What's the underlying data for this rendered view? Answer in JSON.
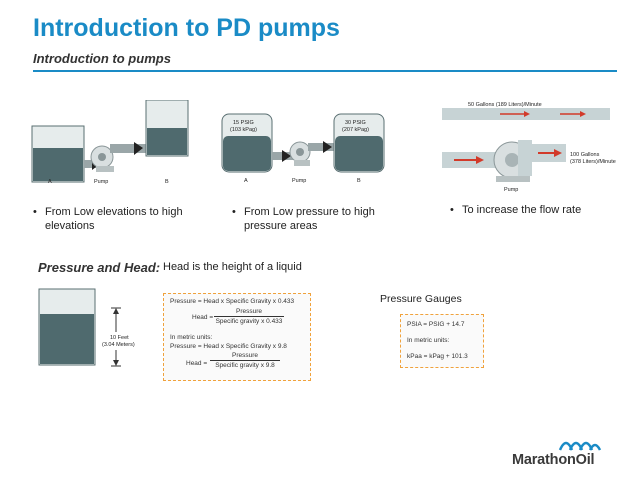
{
  "title": "Introduction to PD pumps",
  "subtitle": "Introduction to pumps",
  "diagram1": {
    "label_a": "A",
    "label_pump": "Pump",
    "label_b": "B"
  },
  "diagram2": {
    "tank1": "15 PSIG\n(103 kPag)",
    "tank1_line1": "15 PSIG",
    "tank1_line2": "(103 kPag)",
    "tank2_line1": "30 PSIG",
    "tank2_line2": "(207 kPag)",
    "label_a": "A",
    "label_pump": "Pump",
    "label_b": "B"
  },
  "diagram3": {
    "top_flow": "50 Gallons (189 Liters)/Minute",
    "bottom_flow_line1": "100 Gallons",
    "bottom_flow_line2": "(378 Liters)/Minute",
    "label_pump": "Pump"
  },
  "bullets": {
    "b1_line1": "From Low elevations to high",
    "b1_line2": "elevations",
    "b2_line1": "From Low pressure to high",
    "b2_line2": "pressure areas",
    "b3": "To increase the flow rate",
    "dot": "•"
  },
  "section": {
    "heading": "Pressure and Head:",
    "text": "Head is the height of a liquid"
  },
  "tank_height": {
    "line1": "10 Feet",
    "line2": "(3.04 Meters)"
  },
  "formulas": {
    "f1": "Pressure =  Head x Specific Gravity x 0.433",
    "head_label": "Head =",
    "f2_num": "Pressure",
    "f2_den": "Specific gravity x 0.433",
    "metric": "In metric units:",
    "f3": "Pressure =  Head x Specific Gravity x 9.8",
    "head_label2": "Head =",
    "f4_num": "Pressure",
    "f4_den": "Specific gravity x 9.8"
  },
  "gauges": {
    "label": "Pressure Gauges",
    "g1": "PSIA = PSIG + 14.7",
    "metric": "In metric units:",
    "g2": "kPaa = kPag + 101.3"
  },
  "logo": {
    "text": "MarathonOil"
  },
  "colors": {
    "accent": "#1a8bc6",
    "water": "#4f6a6e",
    "tank_outline": "#5a6f72",
    "arrow_red": "#d23a2a",
    "pipe": "#9aa6a8"
  }
}
